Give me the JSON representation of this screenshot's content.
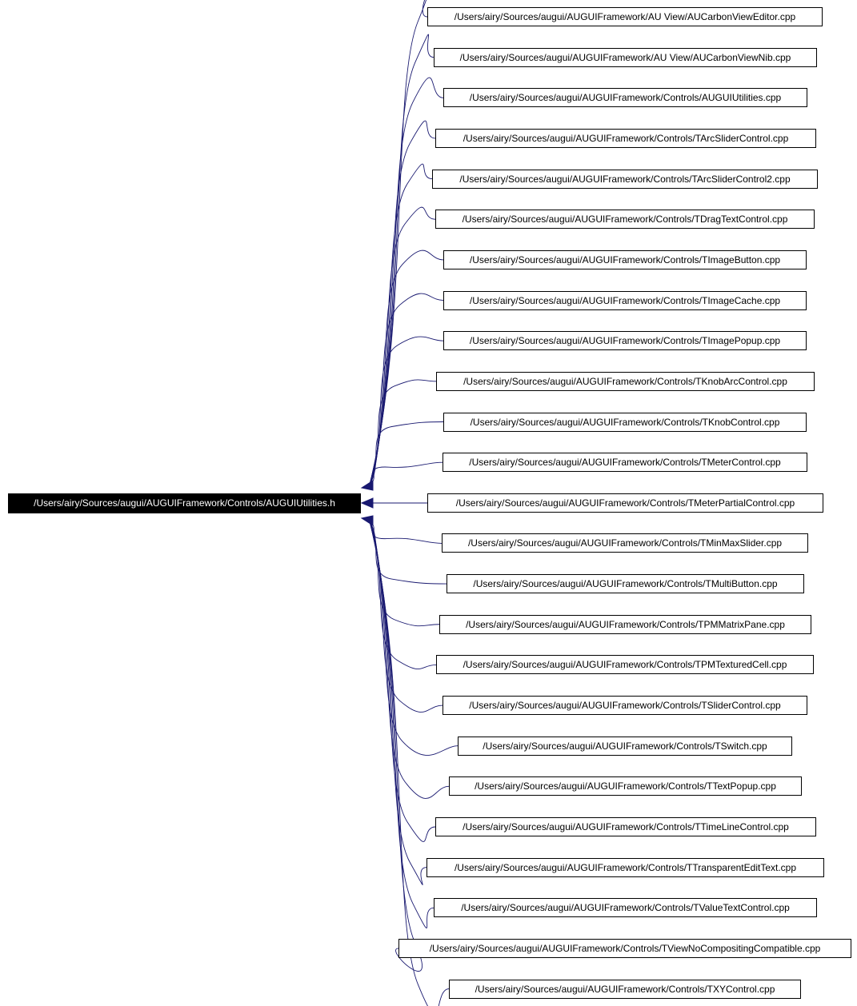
{
  "graph": {
    "root": "/Users/airy/Sources/augui/AUGUIFramework/Controls/AUGUIUtilities.h",
    "edge_color": "#191970",
    "dependents": [
      "/Users/airy/Sources/augui/AUGUIFramework/AU View/AUCarbonViewEditor.cpp",
      "/Users/airy/Sources/augui/AUGUIFramework/AU View/AUCarbonViewNib.cpp",
      "/Users/airy/Sources/augui/AUGUIFramework/Controls/AUGUIUtilities.cpp",
      "/Users/airy/Sources/augui/AUGUIFramework/Controls/TArcSliderControl.cpp",
      "/Users/airy/Sources/augui/AUGUIFramework/Controls/TArcSliderControl2.cpp",
      "/Users/airy/Sources/augui/AUGUIFramework/Controls/TDragTextControl.cpp",
      "/Users/airy/Sources/augui/AUGUIFramework/Controls/TImageButton.cpp",
      "/Users/airy/Sources/augui/AUGUIFramework/Controls/TImageCache.cpp",
      "/Users/airy/Sources/augui/AUGUIFramework/Controls/TImagePopup.cpp",
      "/Users/airy/Sources/augui/AUGUIFramework/Controls/TKnobArcControl.cpp",
      "/Users/airy/Sources/augui/AUGUIFramework/Controls/TKnobControl.cpp",
      "/Users/airy/Sources/augui/AUGUIFramework/Controls/TMeterControl.cpp",
      "/Users/airy/Sources/augui/AUGUIFramework/Controls/TMeterPartialControl.cpp",
      "/Users/airy/Sources/augui/AUGUIFramework/Controls/TMinMaxSlider.cpp",
      "/Users/airy/Sources/augui/AUGUIFramework/Controls/TMultiButton.cpp",
      "/Users/airy/Sources/augui/AUGUIFramework/Controls/TPMMatrixPane.cpp",
      "/Users/airy/Sources/augui/AUGUIFramework/Controls/TPMTexturedCell.cpp",
      "/Users/airy/Sources/augui/AUGUIFramework/Controls/TSliderControl.cpp",
      "/Users/airy/Sources/augui/AUGUIFramework/Controls/TSwitch.cpp",
      "/Users/airy/Sources/augui/AUGUIFramework/Controls/TTextPopup.cpp",
      "/Users/airy/Sources/augui/AUGUIFramework/Controls/TTimeLineControl.cpp",
      "/Users/airy/Sources/augui/AUGUIFramework/Controls/TTransparentEditText.cpp",
      "/Users/airy/Sources/augui/AUGUIFramework/Controls/TValueTextControl.cpp",
      "/Users/airy/Sources/augui/AUGUIFramework/Controls/TViewNoCompositingCompatible.cpp",
      "/Users/airy/Sources/augui/AUGUIFramework/Controls/TXYControl.cpp"
    ]
  }
}
